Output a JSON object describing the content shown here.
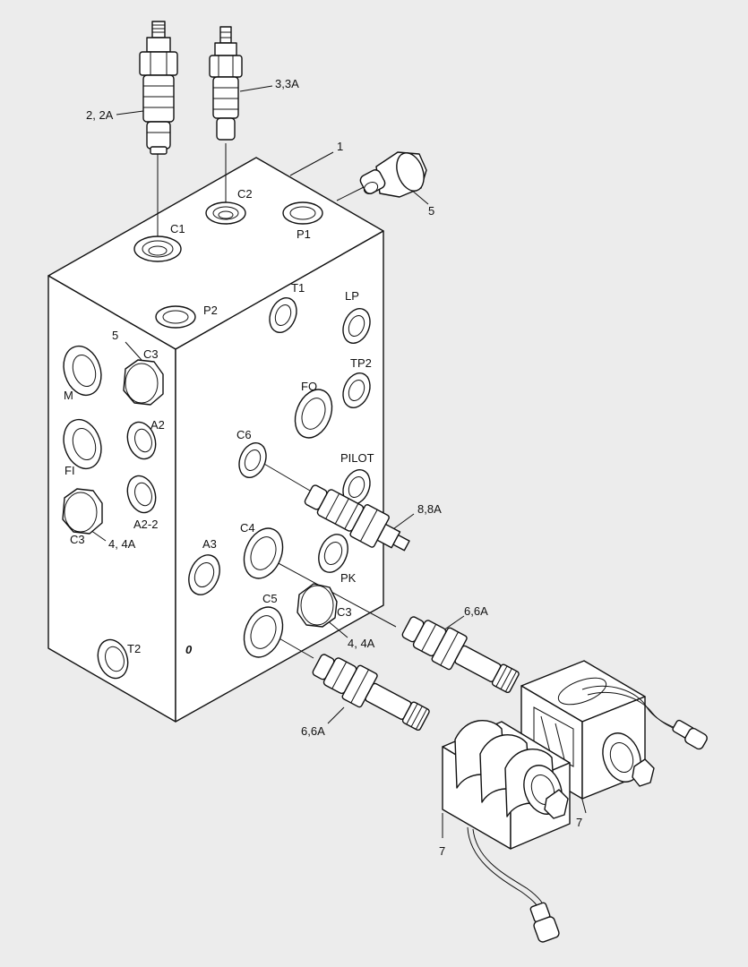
{
  "diagram": {
    "background": "#ececec",
    "labels": {
      "part_1": "1",
      "part_2_2A": "2, 2A",
      "part_3_3A": "3,3A",
      "part_5_top": "5",
      "part_5_left": "5",
      "part_4_4A_left": "4, 4A",
      "part_4_4A_right": "4, 4A",
      "part_6_6A_upper": "6,6A",
      "part_6_6A_lower": "6,6A",
      "part_7_right": "7",
      "part_7_left": "7",
      "part_8_8A": "8,8A",
      "port_C1": "C1",
      "port_C2": "C2",
      "port_P1": "P1",
      "port_P2": "P2",
      "port_T1": "T1",
      "port_LP": "LP",
      "port_TP2": "TP2",
      "port_FO": "FO",
      "port_C6": "C6",
      "port_PILOT": "PILOT",
      "port_PK": "PK",
      "port_C4": "C4",
      "port_C5": "C5",
      "port_A3": "A3",
      "port_T2": "T2",
      "port_M": "M",
      "port_FI": "FI",
      "port_A2": "A2",
      "port_A2_2": "A2-2",
      "port_C3_top": "C3",
      "port_C3_left": "C3",
      "port_C3_right": "C3",
      "face_mark": "0"
    }
  }
}
